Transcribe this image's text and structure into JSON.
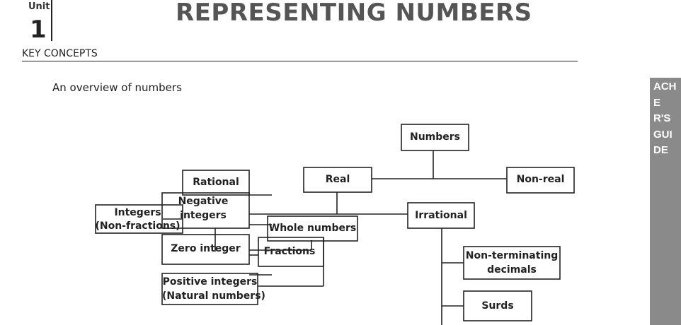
{
  "header": {
    "unit_label": "Unit",
    "unit_number": "1",
    "title": "REPRESENTING NUMBERS",
    "section": "KEY CONCEPTS"
  },
  "intro": "An overview of numbers",
  "side_tab": {
    "text": "ACHER'S GUIDE",
    "color": "#8a8a8a"
  },
  "diagram": {
    "numbers": "Numbers",
    "real": "Real",
    "non_real": "Non-real",
    "rational": "Rational",
    "irrational": "Irrational",
    "integers": [
      "Integers",
      "(Non-fractions)"
    ],
    "negative_integers": [
      "Negative",
      "integers"
    ],
    "whole_numbers": "Whole numbers",
    "zero_integer": "Zero integer",
    "fractions": "Fractions",
    "positive_integers": [
      "Positive integers",
      "(Natural numbers)"
    ],
    "non_terminating": [
      "Non-terminating",
      "decimals"
    ],
    "surds": "Surds"
  }
}
